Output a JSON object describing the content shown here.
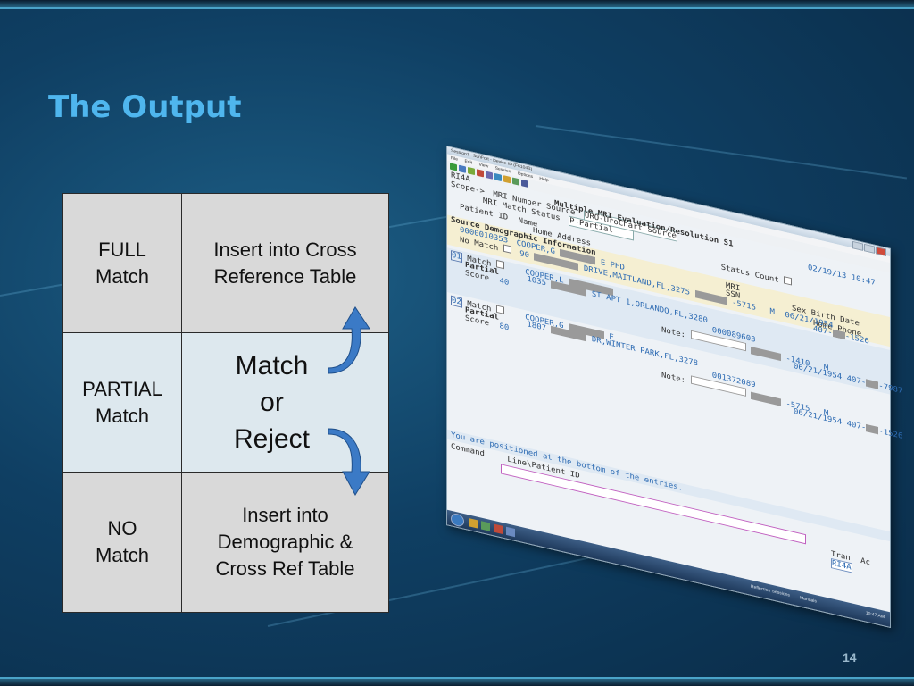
{
  "slide": {
    "title": "The Output",
    "page_number": "14"
  },
  "matrix": {
    "rows": [
      {
        "label_lines": [
          "FULL",
          "Match"
        ],
        "action_lines": [
          "Insert into Cross",
          "Reference Table"
        ]
      },
      {
        "label_lines": [
          "PARTIAL",
          "Match"
        ],
        "action_lines": [
          "Match",
          "or",
          "Reject"
        ]
      },
      {
        "label_lines": [
          "NO",
          "Match"
        ],
        "action_lines": [
          "Insert into",
          "Demographic &",
          "Cross Ref Table"
        ]
      }
    ],
    "colors": {
      "label_bg": "#d9d9d9",
      "partial_bg": "#dde8ee",
      "arrow": "#3b7ac6"
    }
  },
  "screenshot": {
    "window_title": "Session1 - SunFort - Device ID (F6104S)",
    "menu": [
      "File",
      "Edit",
      "View",
      "Session",
      "Options",
      "Help"
    ],
    "program_id": "RI4A",
    "scope_label": "Scope->",
    "heading": "Multiple MRI Evaluation/Resolution S1",
    "mri_number_source_label": "MRI Number Source",
    "mri_number_source_value": "URO-UroChart Source",
    "mri_match_status_label": "MRI Match Status",
    "mri_match_status_value": "P-Partial",
    "date_time": "02/19/13 10:47",
    "patient_id_label": "Patient ID",
    "name_label": "Name",
    "home_address_label": "Home Address",
    "status_count_label": "Status Count",
    "source_demo_label": "Source Demographic Information",
    "mri_label": "MRI",
    "ssn_label": "SSN",
    "sex_birth_label": "Sex Birth Date",
    "home_phone_label": "Home Phone",
    "source": {
      "patient_id": "0000010353",
      "name": "COOPER,G",
      "name_suffix": "E PHD",
      "no_match": "No Match",
      "addr_num": "90",
      "addr": "DRIVE,MAITLAND,FL,3275",
      "ssn_tail": "-5715",
      "sex": "M",
      "birth": "06/21/1954",
      "phone_prefix": "407-",
      "phone_tail": "-1526"
    },
    "entries": [
      {
        "num": "01",
        "match": "Match",
        "status": "Partial",
        "score_label": "Score",
        "score": "40",
        "name": "COOPER,L",
        "addr_num": "1035",
        "addr": "ST APT 1,ORLANDO,FL,3280",
        "mri": "000089603",
        "note": "Note:",
        "ssn_tail": "-1410",
        "sex": "M",
        "birth": "06/21/1954",
        "phone_prefix": "407-",
        "phone_tail": "-7987"
      },
      {
        "num": "02",
        "match": "Match",
        "status": "Partial",
        "score_label": "Score",
        "score": "80",
        "name": "COOPER,G",
        "name_suffix": "E",
        "addr_num": "1807",
        "addr": "DR,WINTER PARK,FL,3278",
        "mri": "001372089",
        "note": "Note:",
        "ssn_tail": "-5715",
        "sex": "M",
        "birth": "06/21/1954",
        "phone_prefix": "407-",
        "phone_tail": "-1526"
      }
    ],
    "status_message": "You are positioned at the bottom of the entries.",
    "command_label": "Command",
    "line_label": "Line\\Patient ID",
    "tran_label": "Tran",
    "ac_label": "Ac",
    "tran_value": "RI4A",
    "taskbar_text": "Reflection Sessions",
    "taskbar_manuals": "Manuals",
    "clock": "10:47 AM"
  }
}
